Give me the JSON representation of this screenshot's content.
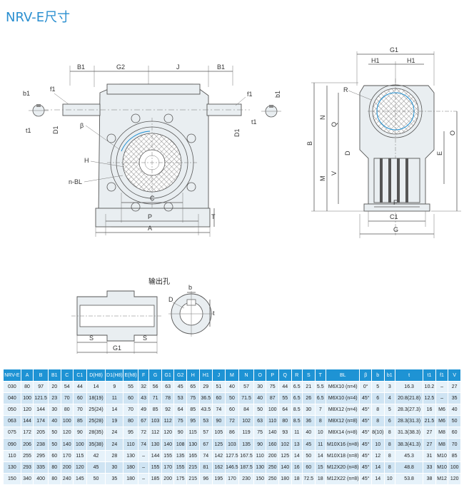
{
  "page": {
    "title": "NRV-E尺寸"
  },
  "drawing": {
    "front_labels": {
      "B1_left": "B1",
      "G2": "G2",
      "J": "J",
      "B1_right": "B1",
      "b1_left": "b1",
      "f1_left": "f1",
      "t1_left": "t1",
      "D1_left": "D1",
      "beta": "β",
      "H": "H",
      "nBL": "n-BL",
      "P": "P",
      "A": "A",
      "T": "T",
      "f1_right": "f1",
      "b1_right": "b1",
      "t1_right": "t1",
      "D1_right": "D1"
    },
    "side_labels": {
      "G1": "G1",
      "H1a": "H1",
      "H1b": "H1",
      "R": "R",
      "B": "B",
      "N": "N",
      "Q": "Q",
      "M": "M",
      "V": "V",
      "D": "D",
      "O": "O",
      "E": "E",
      "F": "F",
      "C1": "C1",
      "G": "G"
    },
    "hole_labels": {
      "title": "输出孔",
      "b": "b",
      "D": "D",
      "t": "t",
      "S_left": "S",
      "G1": "G1",
      "S_right": "S"
    }
  },
  "table": {
    "headers": [
      "NRV-E",
      "A",
      "B",
      "B1",
      "C",
      "C1",
      "D(H8)",
      "D1(H8)",
      "E(h8)",
      "F",
      "G",
      "G1",
      "G2",
      "H",
      "H1",
      "J",
      "M",
      "N",
      "O",
      "P",
      "Q",
      "R",
      "S",
      "T",
      "BL",
      "β",
      "b",
      "b1",
      "t",
      "t1",
      "f1",
      "V"
    ],
    "rows": [
      [
        "030",
        "80",
        "97",
        "20",
        "54",
        "44",
        "14",
        "9",
        "55",
        "32",
        "56",
        "63",
        "45",
        "65",
        "29",
        "51",
        "40",
        "57",
        "30",
        "75",
        "44",
        "6.5",
        "21",
        "5.5",
        "M6X10 (n=4)",
        "0°",
        "5",
        "3",
        "16.3",
        "10.2",
        "–",
        "27"
      ],
      [
        "040",
        "100",
        "121.5",
        "23",
        "70",
        "60",
        "18(19)",
        "11",
        "60",
        "43",
        "71",
        "78",
        "53",
        "75",
        "36.5",
        "60",
        "50",
        "71.5",
        "40",
        "87",
        "55",
        "6.5",
        "26",
        "6.5",
        "M6X10 (n=4)",
        "45°",
        "6",
        "4",
        "20.8(21.8)",
        "12.5",
        "–",
        "35"
      ],
      [
        "050",
        "120",
        "144",
        "30",
        "80",
        "70",
        "25(24)",
        "14",
        "70",
        "49",
        "85",
        "92",
        "64",
        "85",
        "43.5",
        "74",
        "60",
        "84",
        "50",
        "100",
        "64",
        "8.5",
        "30",
        "7",
        "M8X12 (n=4)",
        "45°",
        "8",
        "5",
        "28.3(27.3)",
        "16",
        "M6",
        "40"
      ],
      [
        "063",
        "144",
        "174",
        "40",
        "100",
        "85",
        "25(28)",
        "19",
        "80",
        "67",
        "103",
        "112",
        "75",
        "95",
        "53",
        "90",
        "72",
        "102",
        "63",
        "110",
        "80",
        "8.5",
        "36",
        "8",
        "M8X12 (n=8)",
        "45°",
        "8",
        "6",
        "28.3(31.3)",
        "21.5",
        "M6",
        "50"
      ],
      [
        "075",
        "172",
        "205",
        "50",
        "120",
        "90",
        "28(35)",
        "24",
        "95",
        "72",
        "112",
        "120",
        "90",
        "115",
        "57",
        "105",
        "86",
        "119",
        "75",
        "140",
        "93",
        "11",
        "40",
        "10",
        "M8X14 (n=8)",
        "45°",
        "8(10)",
        "8",
        "31.3(38.3)",
        "27",
        "M8",
        "60"
      ],
      [
        "090",
        "206",
        "238",
        "50",
        "140",
        "100",
        "35(38)",
        "24",
        "110",
        "74",
        "130",
        "140",
        "108",
        "130",
        "67",
        "125",
        "103",
        "135",
        "90",
        "160",
        "102",
        "13",
        "45",
        "11",
        "M10X16 (n=8)",
        "45°",
        "10",
        "8",
        "38.3(41.3)",
        "27",
        "M8",
        "70"
      ],
      [
        "110",
        "255",
        "295",
        "60",
        "170",
        "115",
        "42",
        "28",
        "130",
        "–",
        "144",
        "155",
        "135",
        "165",
        "74",
        "142",
        "127.5",
        "167.5",
        "110",
        "200",
        "125",
        "14",
        "50",
        "14",
        "M10X18 (n=8)",
        "45°",
        "12",
        "8",
        "45.3",
        "31",
        "M10",
        "85"
      ],
      [
        "130",
        "293",
        "335",
        "80",
        "200",
        "120",
        "45",
        "30",
        "180",
        "–",
        "155",
        "170",
        "155",
        "215",
        "81",
        "162",
        "146.5",
        "187.5",
        "130",
        "250",
        "140",
        "16",
        "60",
        "15",
        "M12X20 (n=8)",
        "45°",
        "14",
        "8",
        "48.8",
        "33",
        "M10",
        "100"
      ],
      [
        "150",
        "340",
        "400",
        "80",
        "240",
        "145",
        "50",
        "35",
        "180",
        "–",
        "185",
        "200",
        "175",
        "215",
        "96",
        "195",
        "170",
        "230",
        "150",
        "250",
        "180",
        "18",
        "72.5",
        "18",
        "M12X22 (n=8)",
        "45°",
        "14",
        "10",
        "53.8",
        "38",
        "M12",
        "120"
      ]
    ]
  }
}
